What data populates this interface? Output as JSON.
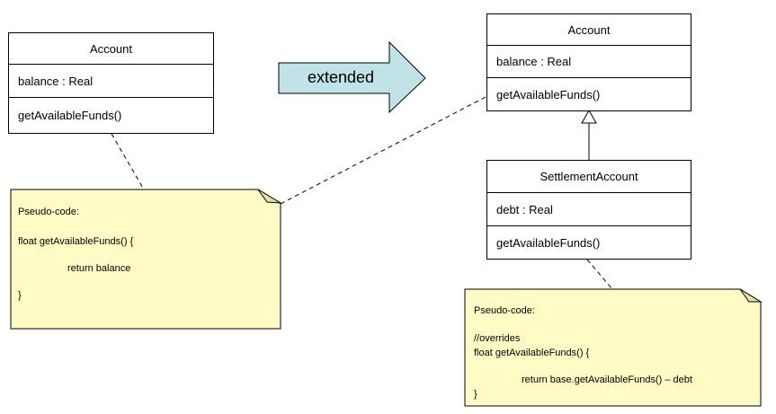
{
  "diagram": {
    "left_class": {
      "name": "Account",
      "attribute": "balance : Real",
      "method": "getAvailableFunds()"
    },
    "transition_arrow": {
      "label": "extended"
    },
    "right_class": {
      "name": "Account",
      "attribute": "balance : Real",
      "method": "getAvailableFunds()"
    },
    "subclass": {
      "name": "SettlementAccount",
      "attribute": "debt : Real",
      "method": "getAvailableFunds()"
    },
    "left_note": {
      "heading": "Pseudo-code:",
      "line1": "float getAvailableFunds() {",
      "line2": "return balance",
      "line3": "}"
    },
    "right_note": {
      "heading": "Pseudo-code:",
      "line1": "//overrides",
      "line2": "float getAvailableFunds() {",
      "line3": "return base.getAvailableFunds() – debt",
      "line4": "}"
    },
    "colors": {
      "note_fill": "#FFFBC4",
      "arrow_fill": "#BFE3E7",
      "line": "#000000"
    }
  }
}
